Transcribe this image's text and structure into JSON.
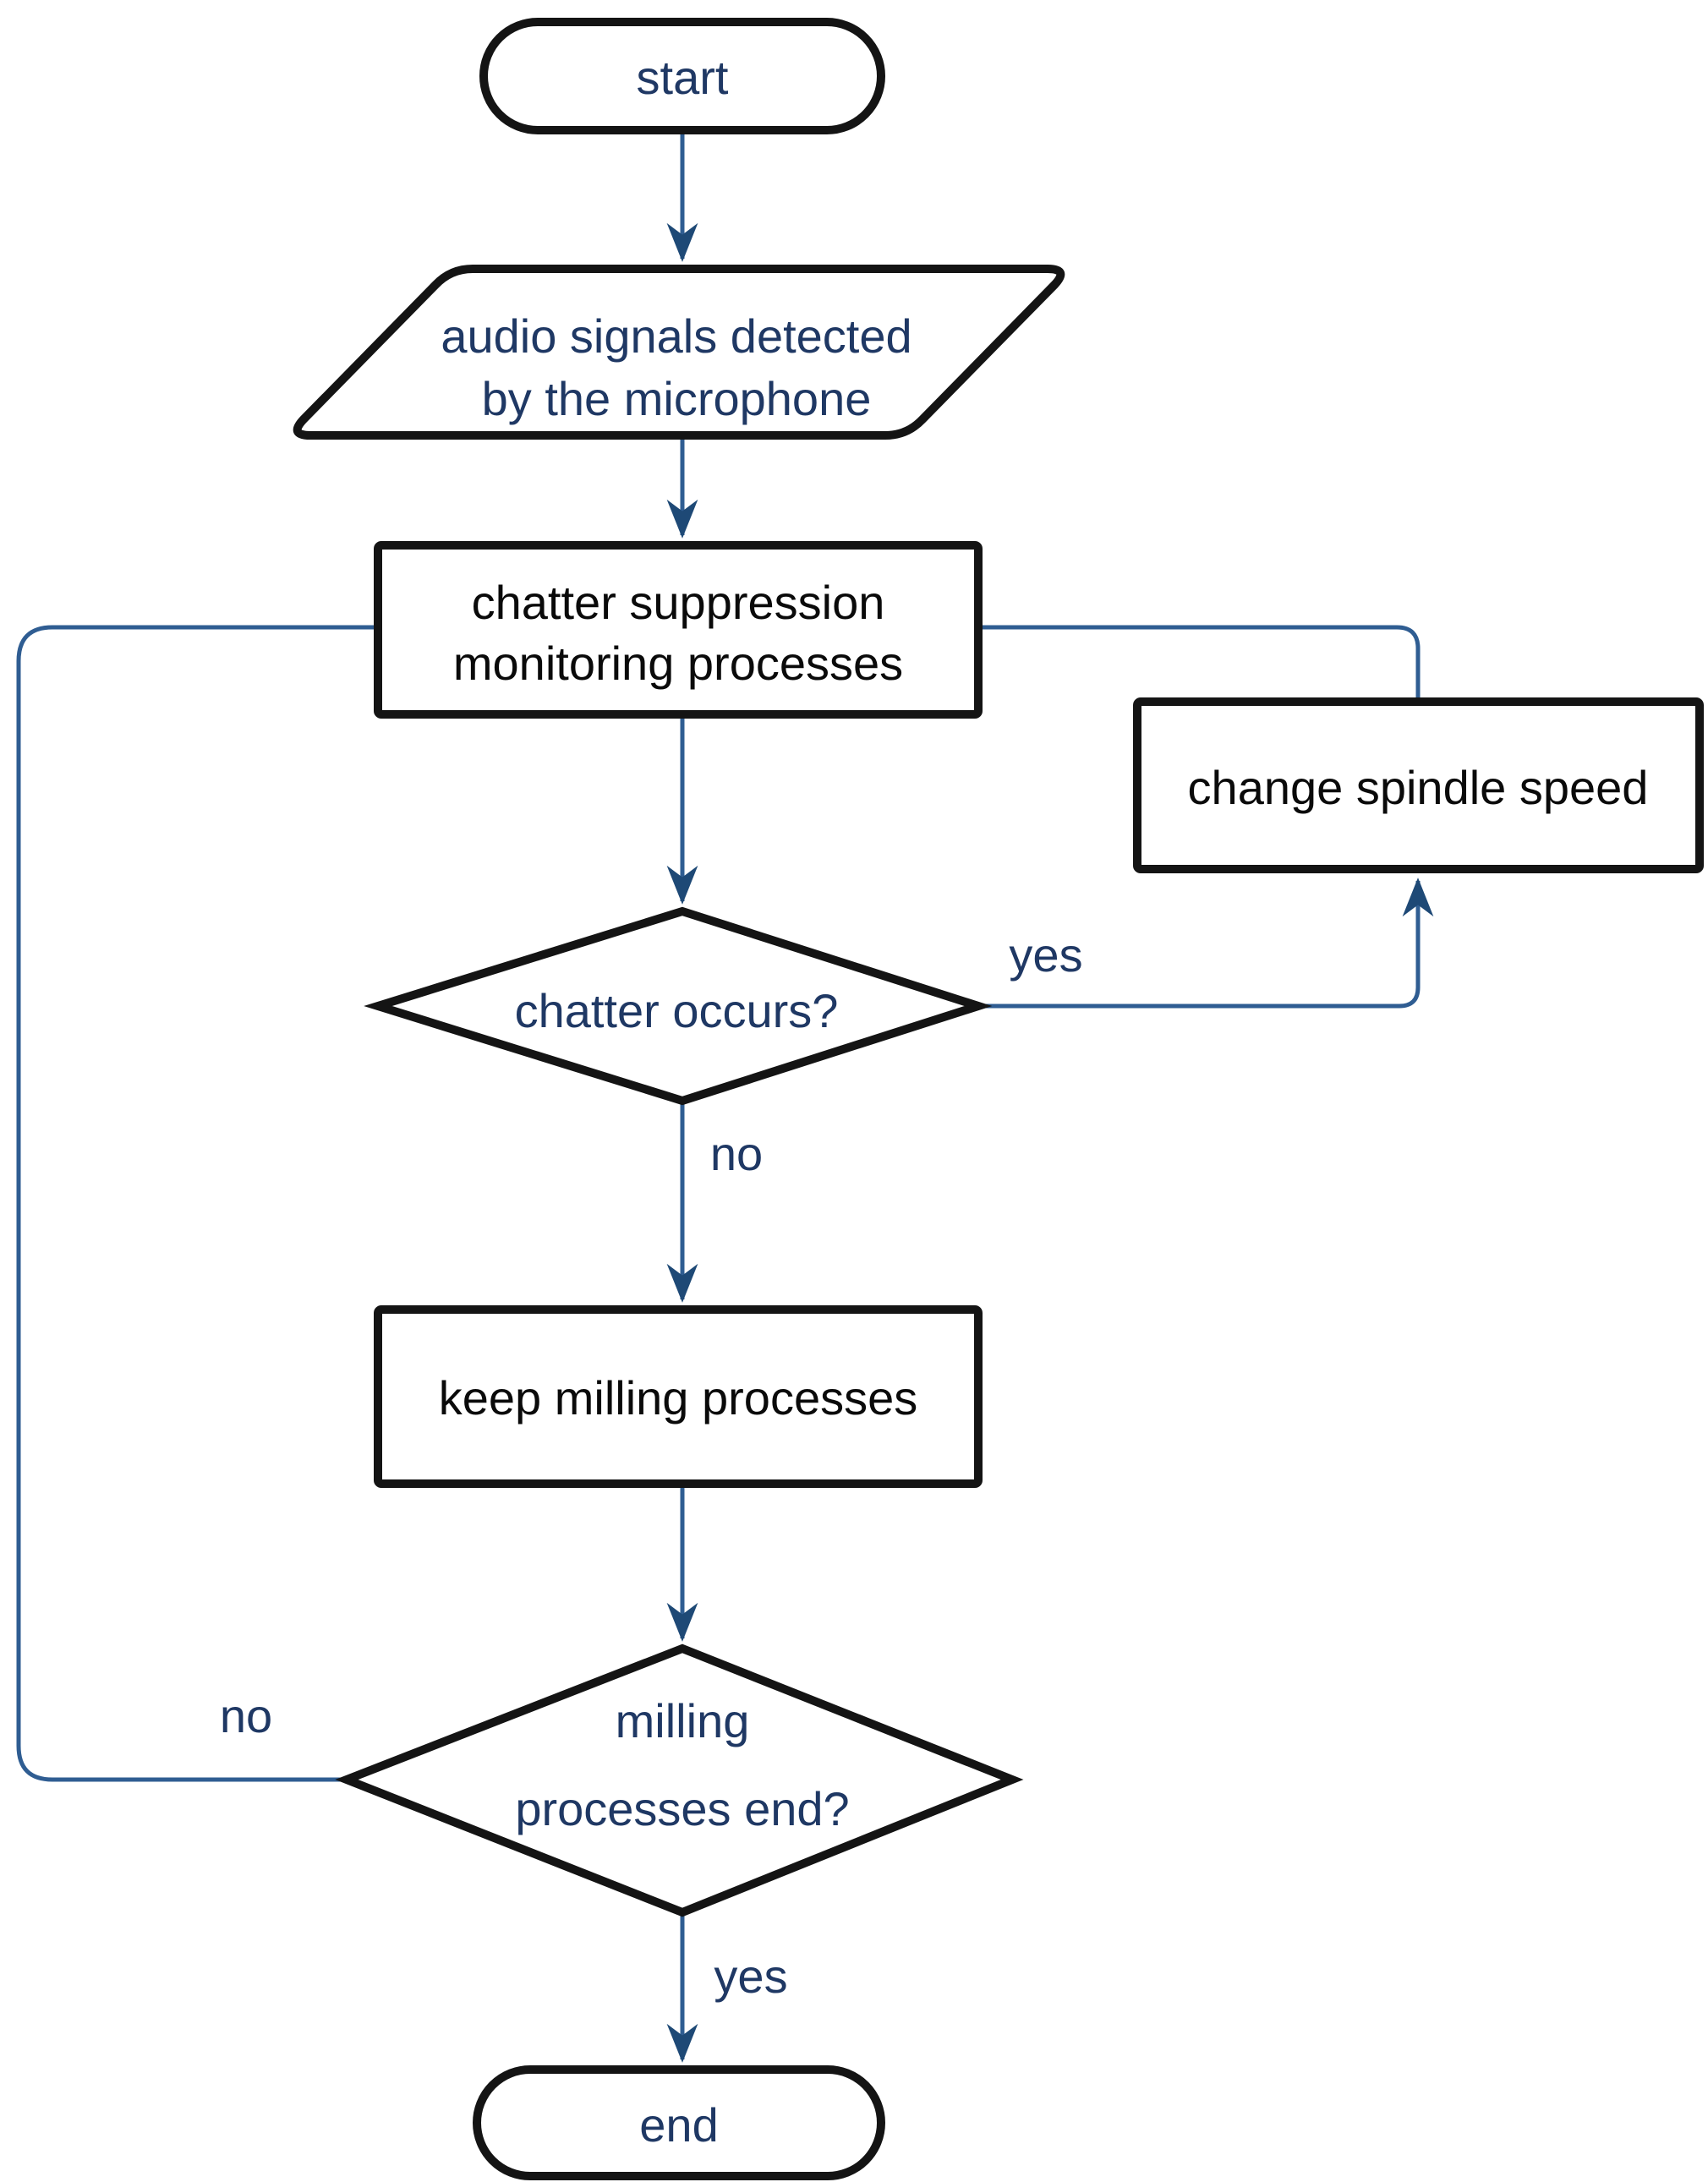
{
  "colors": {
    "line": "#2f5d92",
    "arrow": "#1e4976",
    "shape_border": "#141414",
    "text_navy": "#1f3864",
    "text_black": "#0a0a0a",
    "bg": "#ffffff"
  },
  "nodes": {
    "start": {
      "label": "start"
    },
    "audio_input": {
      "line1": "audio signals detected",
      "line2": "by the microphone"
    },
    "chatter_monitor": {
      "line1": "chatter suppression",
      "line2": "monitoring processes"
    },
    "change_speed": {
      "label": "change spindle speed"
    },
    "chatter_decision": {
      "label": "chatter occurs?"
    },
    "keep_milling": {
      "label": "keep milling processes"
    },
    "milling_decision": {
      "line1": "milling",
      "line2": "processes end?"
    },
    "end": {
      "label": "end"
    }
  },
  "edge_labels": {
    "chatter_yes": "yes",
    "chatter_no": "no",
    "milling_no": "no",
    "milling_yes": "yes"
  }
}
